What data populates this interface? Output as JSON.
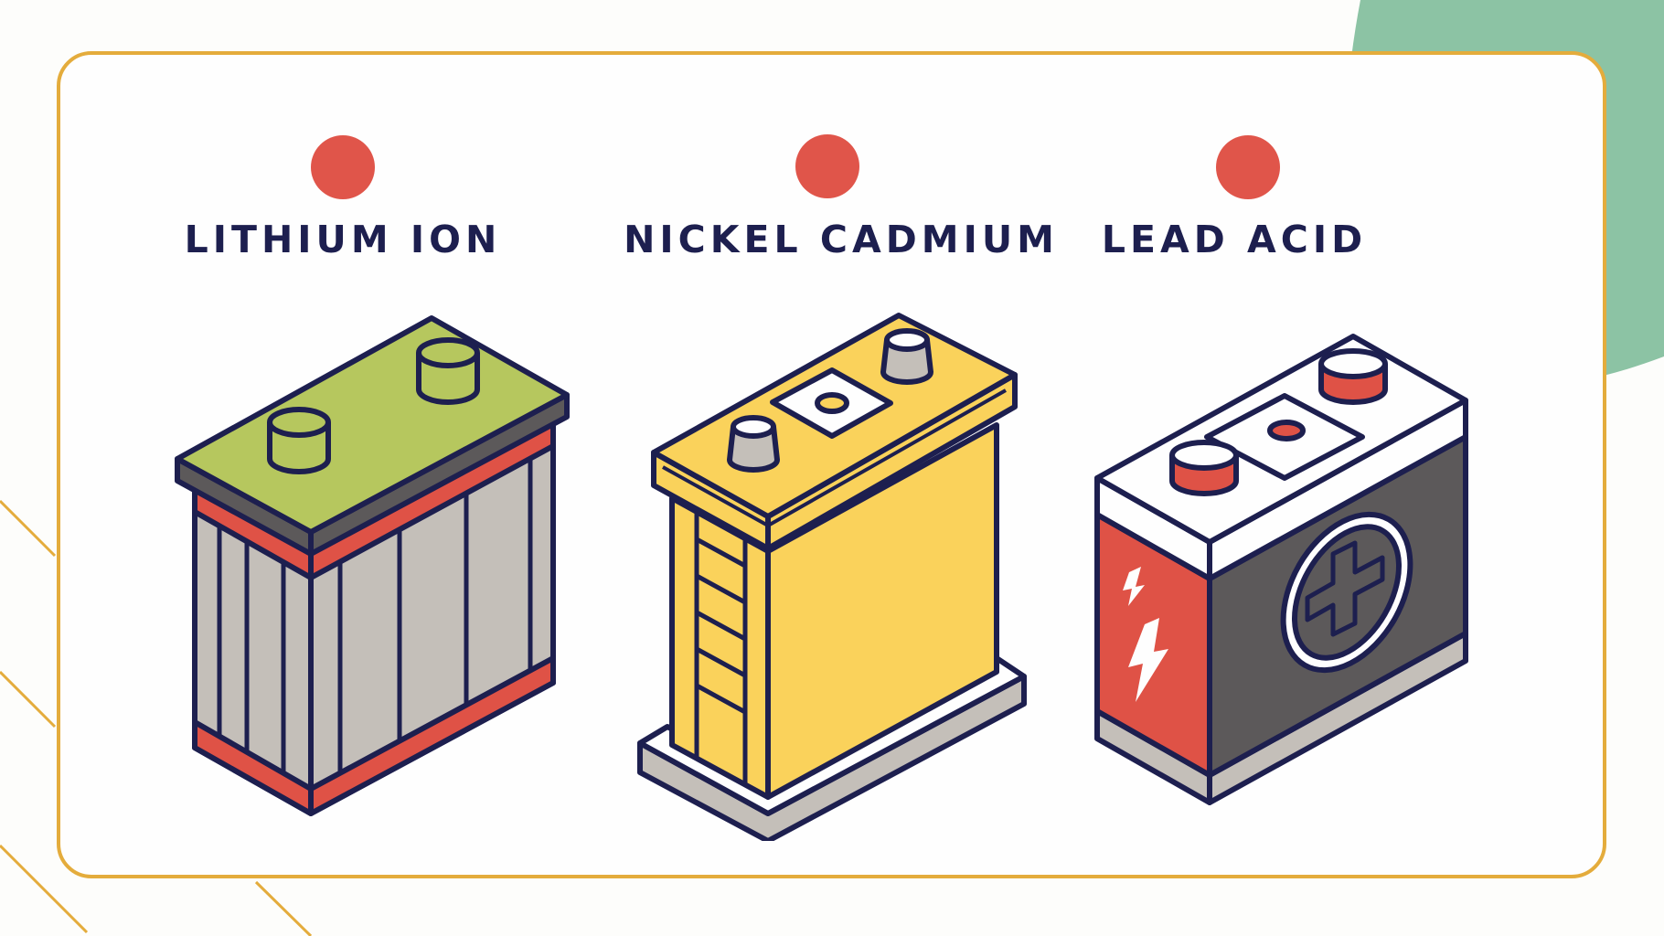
{
  "batteries": [
    {
      "label": "LITHIUM ION"
    },
    {
      "label": "NICKEL CADMIUM"
    },
    {
      "label": "LEAD ACID"
    }
  ],
  "colors": {
    "accent_dot": "#e0554a",
    "label_text": "#1d1f4f",
    "frame_border": "#e4ac3c",
    "green_blob": "#8cc3a4",
    "lithium_top": "#b6c75e",
    "lithium_band": "#df5246",
    "lithium_cells": "#c4bfb9",
    "nicad_body": "#fad25b",
    "lead_front": "#5c595a",
    "lead_side": "#df5246"
  },
  "icons": [
    "lithium-ion-battery-icon",
    "nickel-cadmium-battery-icon",
    "lead-acid-battery-icon",
    "plus-icon",
    "lightning-bolt-icon"
  ]
}
